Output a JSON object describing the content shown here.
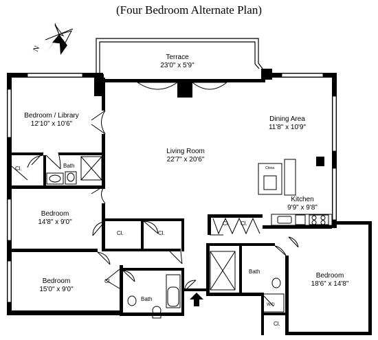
{
  "plan_title": "(Four Bedroom Alternate Plan)",
  "compass_letter": "N",
  "rooms": {
    "terrace": {
      "name": "Terrace",
      "dims": "23'0\" x 5'9\""
    },
    "bedroom_library": {
      "name": "Bedroom / Library",
      "dims": "12'10\" x 10'6\""
    },
    "living_room": {
      "name": "Living Room",
      "dims": "22'7\" x 20'6\""
    },
    "dining_area": {
      "name": "Dining Area",
      "dims": "11'8\" x 10'9\""
    },
    "kitchen": {
      "name": "Kitchen",
      "dims": "9'9\" x 9'8\""
    },
    "bedroom_2": {
      "name": "Bedroom",
      "dims": "14'8\" x 9'0\""
    },
    "bedroom_3": {
      "name": "Bedroom",
      "dims": "15'0\" x 9'0\""
    },
    "bedroom_master": {
      "name": "Bedroom",
      "dims": "18'6\" x 14'8\""
    }
  },
  "small_labels": {
    "closet": "Cl.",
    "bath": "Bath",
    "china": "China",
    "wd": "W/D"
  },
  "colors": {
    "ink": "#000000",
    "paper": "#ffffff",
    "fixture": "#888888"
  }
}
